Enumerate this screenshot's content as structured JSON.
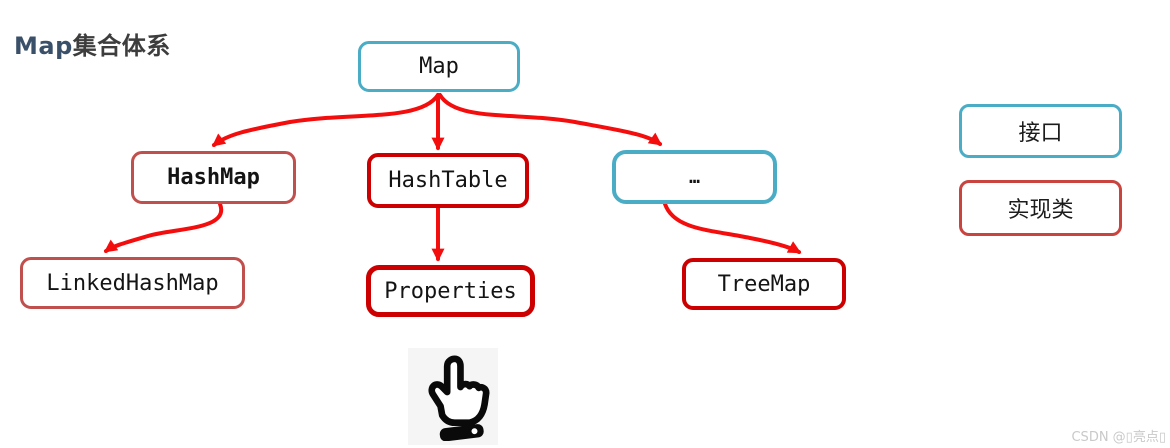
{
  "title": {
    "prefix": "Map",
    "suffix": "集合体系"
  },
  "diagram": {
    "nodes": {
      "map": {
        "label": "Map",
        "kind": "interface"
      },
      "hashmap": {
        "label": "HashMap",
        "kind": "implementation"
      },
      "hashtable": {
        "label": "HashTable",
        "kind": "implementation"
      },
      "others": {
        "label": "…",
        "kind": "interface"
      },
      "linkedhashmap": {
        "label": "LinkedHashMap",
        "kind": "implementation"
      },
      "properties": {
        "label": "Properties",
        "kind": "implementation"
      },
      "treemap": {
        "label": "TreeMap",
        "kind": "implementation"
      }
    },
    "edges": [
      "map→hashmap",
      "map→hashtable",
      "map→others",
      "hashmap→linkedhashmap",
      "hashtable→properties",
      "others→treemap"
    ]
  },
  "legend": {
    "interface_label": "接口",
    "implementation_label": "实现类"
  },
  "icons": {
    "hand": "pointing-hand-icon"
  },
  "watermark": "CSDN @▯亮点▯",
  "colors": {
    "interface_border": "#4bacc6",
    "impl_border": "#cc0000",
    "impl_muted_border": "#c0504d",
    "legend_impl_border": "#c9433f",
    "arrow": "#f40d0d",
    "title_map": "#3a5068",
    "title_rest": "#3d3d3d",
    "watermark": "#c9c9c9"
  }
}
